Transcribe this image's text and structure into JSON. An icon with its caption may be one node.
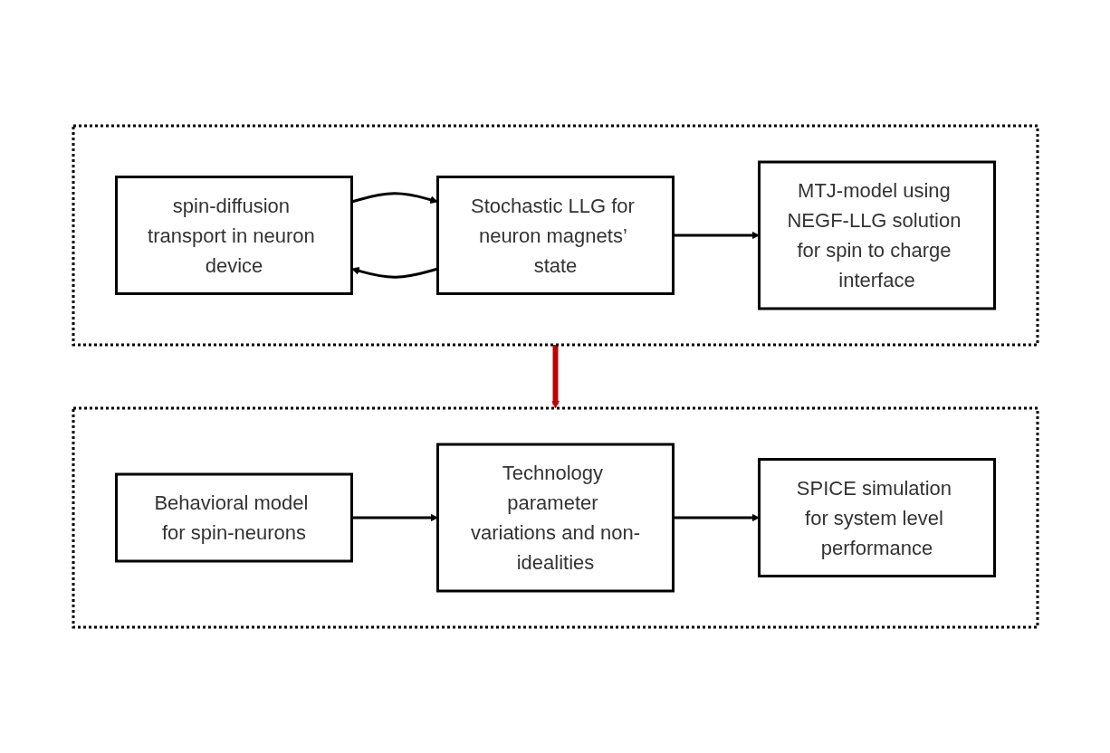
{
  "diagram": {
    "nodes": [
      {
        "text": [],
        "shape": "box"
      },
      {
        "text": [
          "spin-diffusion transport in neuron device"
        ],
        "in": 0
      },
      {
        "text": [
          "Stochastic LLG for neuron magnets’ state"
        ],
        "in": 0
      },
      {
        "text": [
          "MTJ-model using NEGF-LLG solution for spin to charge interface"
        ],
        "in": 0
      },
      {
        "text": [],
        "shape": "box"
      },
      {
        "text": [
          "Behavioral model for spin-neurons"
        ],
        "in": 4
      },
      {
        "text": [
          "Technology parameter variations and non-idealities"
        ],
        "in": 4
      },
      {
        "text": [
          "SPICE simulation for system level performance"
        ],
        "in": 4
      }
    ],
    "edges": [
      {
        "from": 1,
        "to": 2,
        "arrow": "to"
      },
      {
        "from": 2,
        "to": 1,
        "arrow": "to"
      },
      {
        "from": 2,
        "to": 3,
        "arrow": "to"
      },
      {
        "from": 0,
        "to": 4,
        "arrow": "to",
        "style": "thick",
        "color": "#c00000"
      },
      {
        "from": 5,
        "to": 6,
        "arrow": "to"
      },
      {
        "from": 6,
        "to": 7,
        "arrow": "to"
      }
    ]
  }
}
